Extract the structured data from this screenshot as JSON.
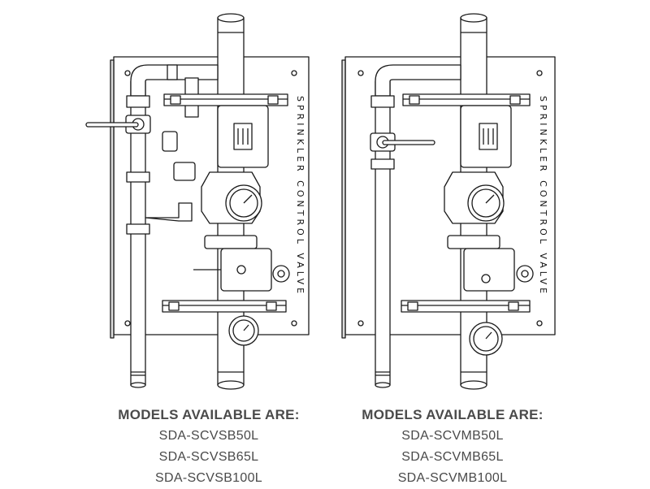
{
  "assemblies": [
    {
      "vertical_label": "SPRINKLER CONTROL VALVE",
      "heading": "MODELS AVAILABLE ARE:",
      "models": [
        "SDA-SCVSB50L",
        "SDA-SCVSB65L",
        "SDA-SCVSB100L"
      ]
    },
    {
      "vertical_label": "SPRINKLER CONTROL VALVE",
      "heading": "MODELS AVAILABLE ARE:",
      "models": [
        "SDA-SCVMB50L",
        "SDA-SCVMB65L",
        "SDA-SCVMB100L"
      ]
    }
  ],
  "colors": {
    "line": "#1a1a1a",
    "text": "#4a4a4a",
    "background": "#ffffff"
  }
}
